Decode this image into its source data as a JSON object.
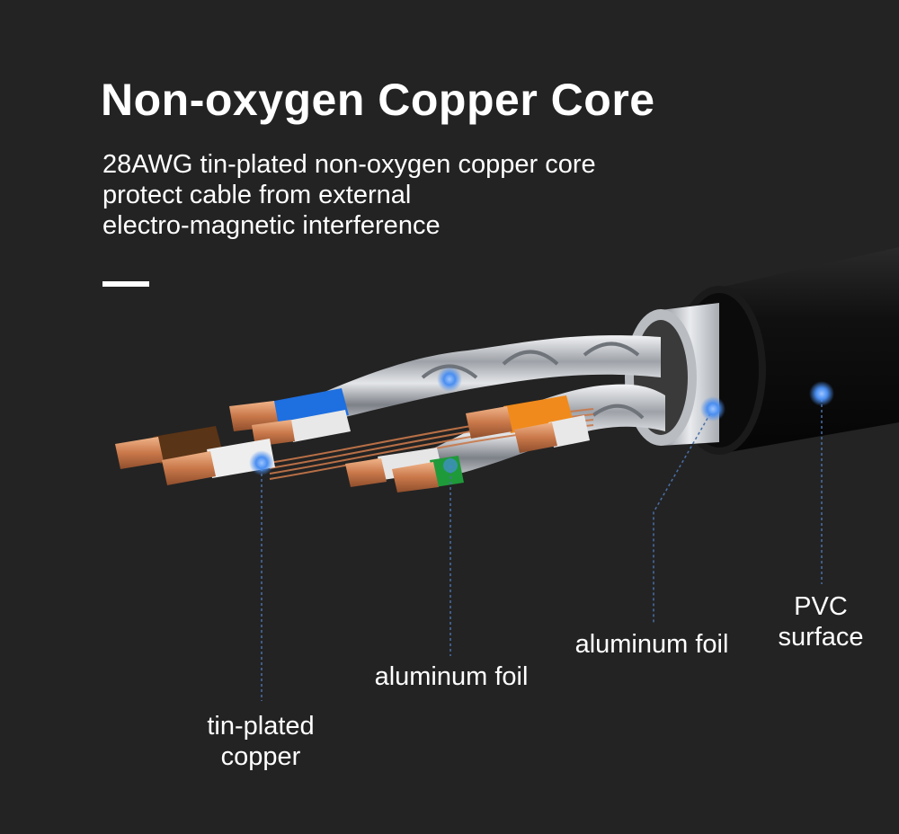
{
  "heading": {
    "title": "Non-oxygen Copper Core",
    "description_lines": [
      "28AWG tin-plated non-oxygen copper core",
      "protect cable from external",
      "electro-magnetic interference"
    ]
  },
  "callouts": {
    "pvc": {
      "lines": [
        "PVC",
        "surface"
      ]
    },
    "outer_foil": {
      "lines": [
        "aluminum foil"
      ]
    },
    "pair_foil": {
      "lines": [
        "aluminum foil"
      ]
    },
    "conductor": {
      "lines": [
        "tin-plated",
        "copper"
      ]
    }
  },
  "colors": {
    "background": "#232323",
    "text": "#ffffff",
    "marker": "#4a8ef0",
    "copper": "#d98a5c",
    "foil": "#c9ccd0",
    "jacket": "#0e0e0e",
    "wire_blue": "#1e6fe0",
    "wire_brown": "#5a3416",
    "wire_orange": "#f08a1c",
    "wire_green": "#1f9a3a"
  }
}
